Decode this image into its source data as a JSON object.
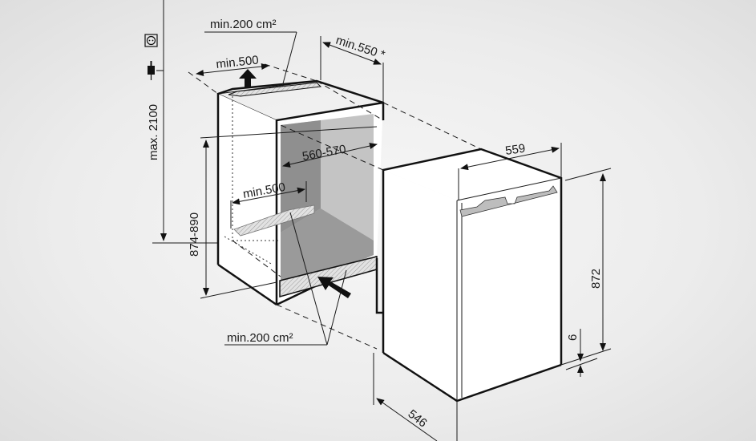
{
  "diagram": {
    "labels": {
      "max_height": "max. 2100",
      "top_vent_area": "min.200 cm²",
      "depth_min": "min.550 *",
      "top_vent_width": "min.500",
      "niche_width": "560-570",
      "bottom_vent_width": "min.500",
      "niche_height": "874-890",
      "bottom_vent_area": "min.200 cm²",
      "appliance_width": "559",
      "appliance_height": "872",
      "plinth_gap": "6",
      "appliance_depth": "546"
    },
    "icons": [
      "power-socket-icon",
      "power-plug-icon",
      "airflow-up-arrow-icon",
      "airflow-in-arrow-icon"
    ],
    "colors": {
      "line": "#1a1a1a",
      "niche_dark": "#8f8f8f",
      "niche_back": "#c4c4c4",
      "niche_floor": "#9a9a9a",
      "vent": "#d8d8d8",
      "panel": "#ffffff"
    }
  }
}
